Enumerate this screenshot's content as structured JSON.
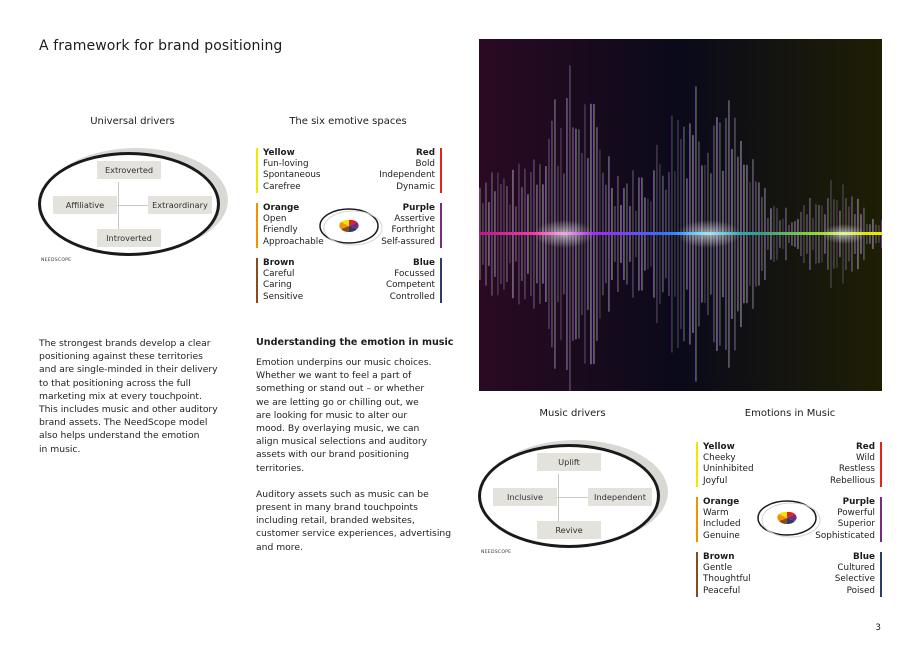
{
  "page": {
    "title": "A framework for brand positioning",
    "page_number": "3"
  },
  "universal_drivers": {
    "heading": "Universal drivers",
    "top": "Extroverted",
    "left": "Affiliative",
    "right": "Extraordinary",
    "bottom": "Introverted",
    "logo": "NEEDSCOPE"
  },
  "emotive_spaces": {
    "heading": "The six emotive spaces",
    "yellow": {
      "name": "Yellow",
      "items": [
        "Fun-loving",
        "Spontaneous",
        "Carefree"
      ],
      "color": "#f2e600"
    },
    "red": {
      "name": "Red",
      "items": [
        "Bold",
        "Independent",
        "Dynamic"
      ],
      "color": "#e2231a"
    },
    "orange": {
      "name": "Orange",
      "items": [
        "Open",
        "Friendly",
        "Approachable"
      ],
      "color": "#f39200"
    },
    "purple": {
      "name": "Purple",
      "items": [
        "Assertive",
        "Forthright",
        "Self-assured"
      ],
      "color": "#7b2a82"
    },
    "brown": {
      "name": "Brown",
      "items": [
        "Careful",
        "Caring",
        "Sensitive"
      ],
      "color": "#8a4b1c"
    },
    "blue": {
      "name": "Blue",
      "items": [
        "Focussed",
        "Competent",
        "Controlled"
      ],
      "color": "#2b3c6b"
    }
  },
  "left_column": {
    "paragraph": "The strongest brands develop a clear\npositioning against these territories\nand are single-minded in their delivery\nto that positioning across the full\nmarketing mix at every touchpoint.\nThis includes music and other auditory\nbrand assets. The NeedScope model\nalso helps understand the emotion\nin music."
  },
  "middle_column": {
    "heading": "Understanding the emotion in music",
    "paragraph1": "Emotion underpins our music choices.\nWhether we want to feel a part of\nsomething or stand out – or whether\nwe are letting go or chilling out, we\nare looking for music to alter our\nmood. By overlaying music, we can\nalign musical selections and auditory\nassets with our brand positioning\nterritories.",
    "paragraph2": "Auditory assets such as music can be\npresent in many brand touchpoints\nincluding retail, branded websites,\ncustomer service experiences, advertising\nand more."
  },
  "music_drivers": {
    "heading": "Music drivers",
    "top": "Uplift",
    "left": "Inclusive",
    "right": "Independent",
    "bottom": "Revive",
    "logo": "NEEDSCOPE"
  },
  "emotions_in_music": {
    "heading": "Emotions in Music",
    "yellow": {
      "name": "Yellow",
      "items": [
        "Cheeky",
        "Uninhibited",
        "Joyful"
      ],
      "color": "#f2e600"
    },
    "red": {
      "name": "Red",
      "items": [
        "Wild",
        "Restless",
        "Rebellious"
      ],
      "color": "#e2231a"
    },
    "orange": {
      "name": "Orange",
      "items": [
        "Warm",
        "Included",
        "Genuine"
      ],
      "color": "#f39200"
    },
    "purple": {
      "name": "Purple",
      "items": [
        "Powerful",
        "Superior",
        "Sophisticated"
      ],
      "color": "#7b2a82"
    },
    "brown": {
      "name": "Brown",
      "items": [
        "Gentle",
        "Thoughtful",
        "Peaceful"
      ],
      "color": "#8a4b1c"
    },
    "blue": {
      "name": "Blue",
      "items": [
        "Cultured",
        "Selective",
        "Poised"
      ],
      "color": "#2b3c6b"
    }
  }
}
